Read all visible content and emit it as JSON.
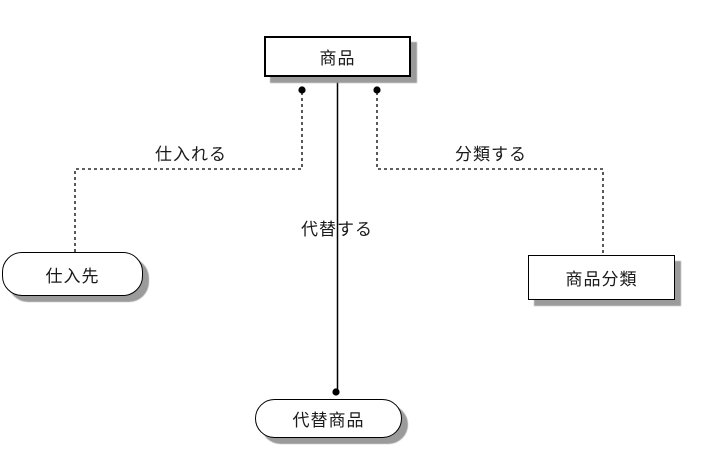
{
  "diagram": {
    "type": "entity-relationship",
    "entities": [
      {
        "id": "product",
        "label": "商品",
        "shape": "rectangle",
        "emphasized": true
      },
      {
        "id": "supplier",
        "label": "仕入先",
        "shape": "rounded",
        "emphasized": false
      },
      {
        "id": "category",
        "label": "商品分類",
        "shape": "rectangle",
        "emphasized": false
      },
      {
        "id": "substitute",
        "label": "代替商品",
        "shape": "rounded",
        "emphasized": false
      }
    ],
    "relationships": [
      {
        "label": "仕入れる",
        "from": "商品",
        "to": "仕入先",
        "line_style": "dashed",
        "anchor": "dot-on-product"
      },
      {
        "label": "分類する",
        "from": "商品",
        "to": "商品分類",
        "line_style": "dashed",
        "anchor": "dot-on-product"
      },
      {
        "label": "代替する",
        "from": "商品",
        "to": "代替商品",
        "line_style": "solid",
        "anchor": "dot-on-substitute"
      }
    ],
    "colors": {
      "background": "#ffffff",
      "line": "#000000",
      "box_fill": "#ffffff",
      "box_border": "#000000",
      "shadow": "#9b9b9b",
      "text": "#1a1a1a"
    }
  }
}
